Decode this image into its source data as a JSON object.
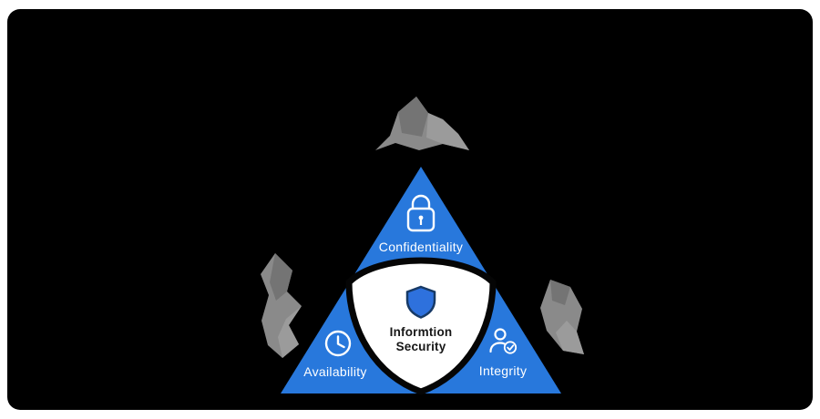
{
  "colors": {
    "background": "#000000",
    "triangle_blue": "#2878DC",
    "badge_fill": "#ffffff",
    "badge_stroke": "#050505",
    "label_text": "#ffffff",
    "center_text": "#161616",
    "icon_stroke": "#ffffff",
    "rock_gray": "#8a8a8a",
    "rock_dark": "#747474",
    "rock_light": "#9b9b9b",
    "shield_fill": "#2e71dd",
    "shield_stroke": "#173a66"
  },
  "sections": [
    {
      "id": "confidentiality",
      "label": "Confidentiality",
      "icon": "lock-icon"
    },
    {
      "id": "availability",
      "label": "Availability",
      "icon": "clock-icon"
    },
    {
      "id": "integrity",
      "label": "Integrity",
      "icon": "user-check-icon"
    }
  ],
  "center": {
    "line1": "Informtion",
    "line2": "Security",
    "icon": "shield-icon"
  },
  "decorations": [
    {
      "id": "attack-shape-top"
    },
    {
      "id": "attack-shape-left"
    },
    {
      "id": "attack-shape-right"
    }
  ]
}
